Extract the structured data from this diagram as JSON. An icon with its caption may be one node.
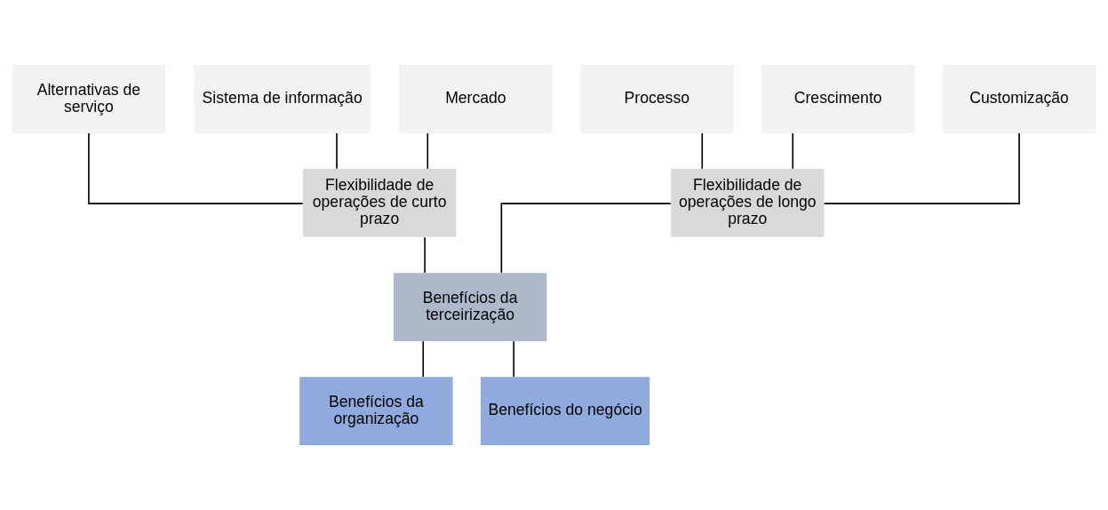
{
  "diagram": {
    "nodes": [
      {
        "text": [
          "Alternativas de serviço"
        ]
      },
      {
        "text": [
          "Sistema de informação"
        ]
      },
      {
        "text": [
          "Mercado"
        ]
      },
      {
        "text": [
          "Processo"
        ]
      },
      {
        "text": [
          "Crescimento"
        ]
      },
      {
        "text": [
          "Customização"
        ]
      },
      {
        "text": [
          "Flexibilidade de operações de curto prazo"
        ]
      },
      {
        "text": [
          "Flexibilidade de operações de longo prazo"
        ]
      },
      {
        "text": [
          "Benefícios da terceirização"
        ]
      },
      {
        "text": [
          "Benefícios da organização"
        ]
      },
      {
        "text": [
          "Benefícios do negócio"
        ]
      }
    ],
    "edges": [
      {
        "from": 0,
        "to": 6,
        "arrow": "none"
      },
      {
        "from": 1,
        "to": 6,
        "arrow": "none"
      },
      {
        "from": 2,
        "to": 6,
        "arrow": "none"
      },
      {
        "from": 3,
        "to": 7,
        "arrow": "none"
      },
      {
        "from": 4,
        "to": 7,
        "arrow": "none"
      },
      {
        "from": 5,
        "to": 7,
        "arrow": "none"
      },
      {
        "from": 6,
        "to": 8,
        "arrow": "none"
      },
      {
        "from": 7,
        "to": 8,
        "arrow": "none"
      },
      {
        "from": 8,
        "to": 9,
        "arrow": "none"
      },
      {
        "from": 8,
        "to": 10,
        "arrow": "none"
      }
    ]
  }
}
